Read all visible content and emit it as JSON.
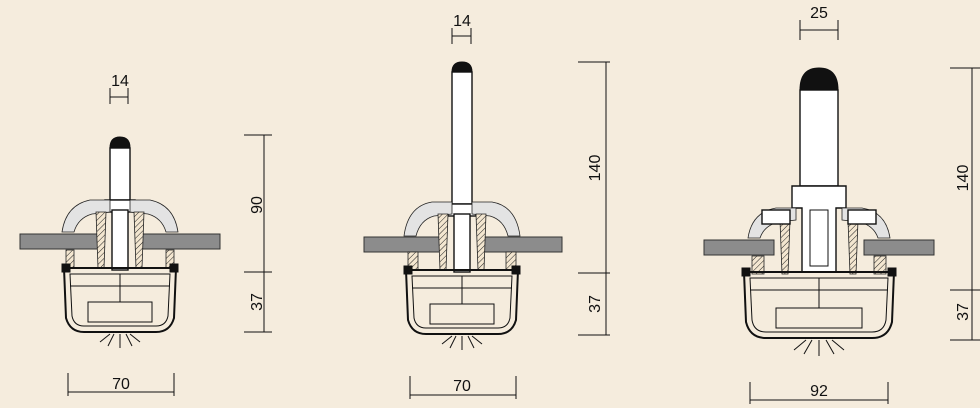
{
  "sections": [
    {
      "width": "70",
      "top_width": "14",
      "upper_height": "90",
      "lower_height": "37"
    },
    {
      "width": "70",
      "top_width": "14",
      "upper_height": "140",
      "lower_height": "37"
    },
    {
      "width": "92",
      "top_width": "25",
      "upper_height": "140",
      "lower_height": "37"
    }
  ]
}
